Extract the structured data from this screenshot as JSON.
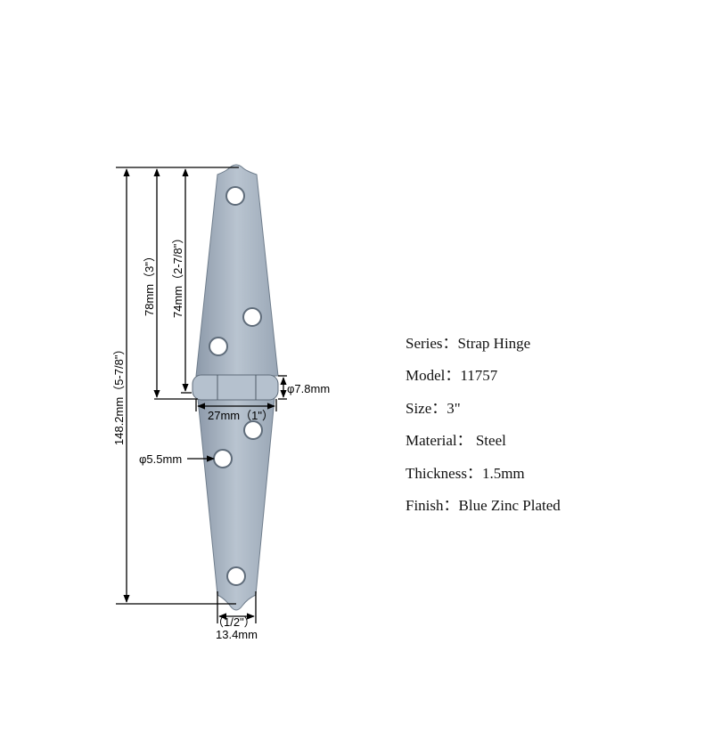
{
  "dimensions": {
    "total_length": "148.2mm（5-7/8\"）",
    "leaf_length": "78mm（3\"）",
    "leaf_to_pin": "74mm（2-7/8\"）",
    "pin_diameter": "φ7.8mm",
    "knuckle_width": "27mm（1\"）",
    "hole_diameter": "φ5.5mm",
    "tip_width_in": "（1/2\"）",
    "tip_width_mm": "13.4mm"
  },
  "specs": [
    {
      "label": "Series：",
      "value": "Strap Hinge"
    },
    {
      "label": "Model：",
      "value": "11757"
    },
    {
      "label": "Size：",
      "value": "3\""
    },
    {
      "label": "Material：",
      "value": " Steel"
    },
    {
      "label": "Thickness：",
      "value": "1.5mm"
    },
    {
      "label": "Finish：",
      "value": "Blue Zinc Plated"
    }
  ],
  "colors": {
    "metal": "#a9b6c4",
    "metal_dark": "#6f7d8c"
  }
}
